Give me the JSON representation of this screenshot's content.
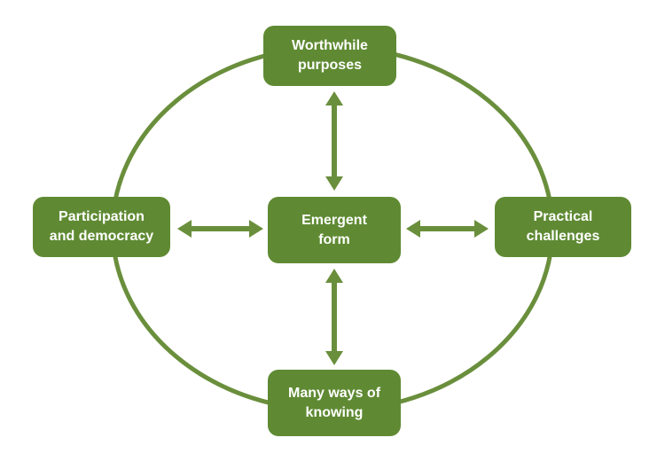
{
  "colors": {
    "node": "#5f8a33",
    "ring": "#6a8f3c",
    "arrow": "#6a8f3c",
    "text": "#ffffff",
    "background": "#ffffff"
  },
  "nodes": {
    "top": {
      "line1": "Worthwhile",
      "line2": "purposes"
    },
    "left": {
      "line1": "Participation",
      "line2": "and democracy"
    },
    "center": {
      "line1": "Emergent",
      "line2": "form"
    },
    "right": {
      "line1": "Practical",
      "line2": "challenges"
    },
    "bottom": {
      "line1": "Many ways of",
      "line2": "knowing"
    }
  },
  "connections": [
    {
      "from": "center",
      "to": "top",
      "type": "double-arrow"
    },
    {
      "from": "center",
      "to": "left",
      "type": "double-arrow"
    },
    {
      "from": "center",
      "to": "right",
      "type": "double-arrow"
    },
    {
      "from": "center",
      "to": "bottom",
      "type": "double-arrow"
    }
  ]
}
